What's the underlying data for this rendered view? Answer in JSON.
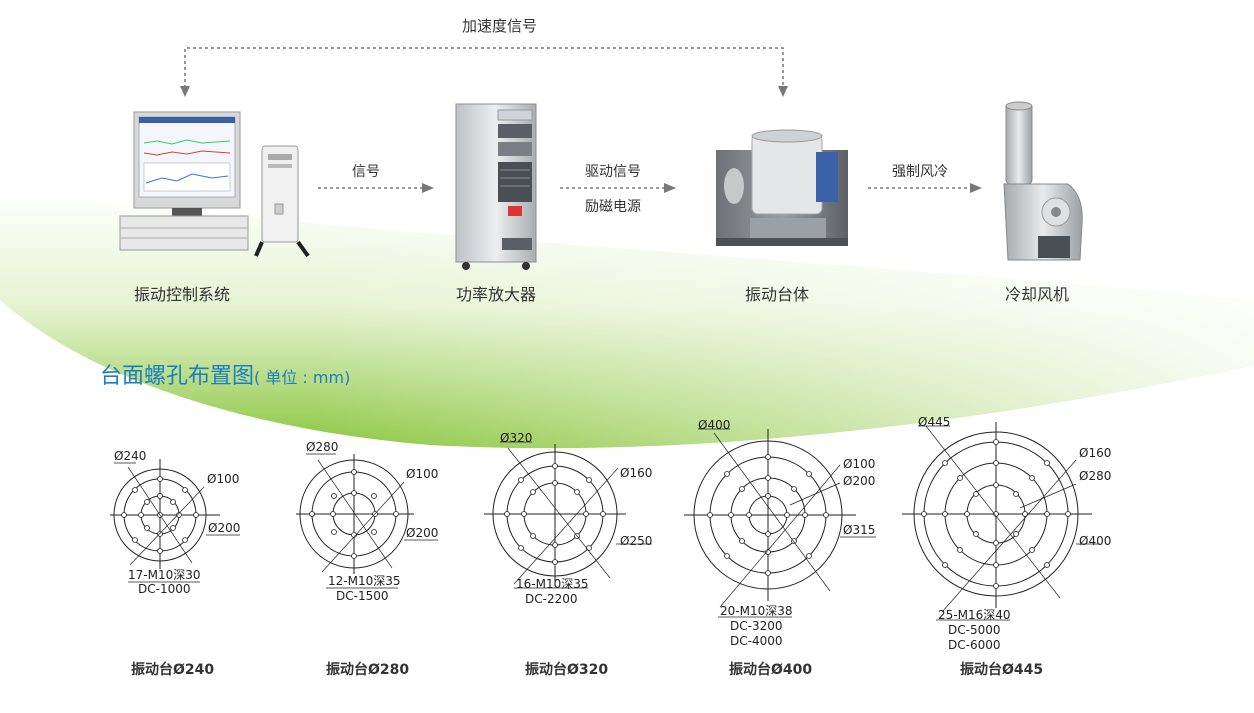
{
  "top_signal": "加速度信号",
  "devices": [
    {
      "label": "振动控制系统"
    },
    {
      "label": "功率放大器"
    },
    {
      "label": "振动台体"
    },
    {
      "label": "冷却风机"
    }
  ],
  "arrows": [
    {
      "lines": [
        "信号"
      ]
    },
    {
      "lines": [
        "驱动信号",
        "励磁电源"
      ]
    },
    {
      "lines": [
        "强制风冷"
      ]
    }
  ],
  "section": {
    "title": "台面螺孔布置图",
    "unit": "( 单位 : mm)"
  },
  "colors": {
    "green": "#8cc63f",
    "blue": "#1a7fc1"
  },
  "diagrams": [
    {
      "outer": "Ø240",
      "rings": [
        "Ø100",
        "Ø200"
      ],
      "holes": "17-M10深30",
      "models": [
        "DC-1000"
      ],
      "caption": "振动台Ø240"
    },
    {
      "outer": "Ø280",
      "rings": [
        "Ø100",
        "Ø200"
      ],
      "holes": "12-M10深35",
      "models": [
        "DC-1500"
      ],
      "caption": "振动台Ø280"
    },
    {
      "outer": "Ø320",
      "rings": [
        "Ø160",
        "Ø250"
      ],
      "holes": "16-M10深35",
      "models": [
        "DC-2200"
      ],
      "caption": "振动台Ø320"
    },
    {
      "outer": "Ø400",
      "rings": [
        "Ø100",
        "Ø200",
        "Ø315"
      ],
      "holes": "20-M10深38",
      "models": [
        "DC-3200",
        "DC-4000"
      ],
      "caption": "振动台Ø400"
    },
    {
      "outer": "Ø445",
      "rings": [
        "Ø160",
        "Ø280",
        "Ø400"
      ],
      "holes": "25-M16深40",
      "models": [
        "DC-5000",
        "DC-6000"
      ],
      "caption": "振动台Ø445"
    }
  ]
}
